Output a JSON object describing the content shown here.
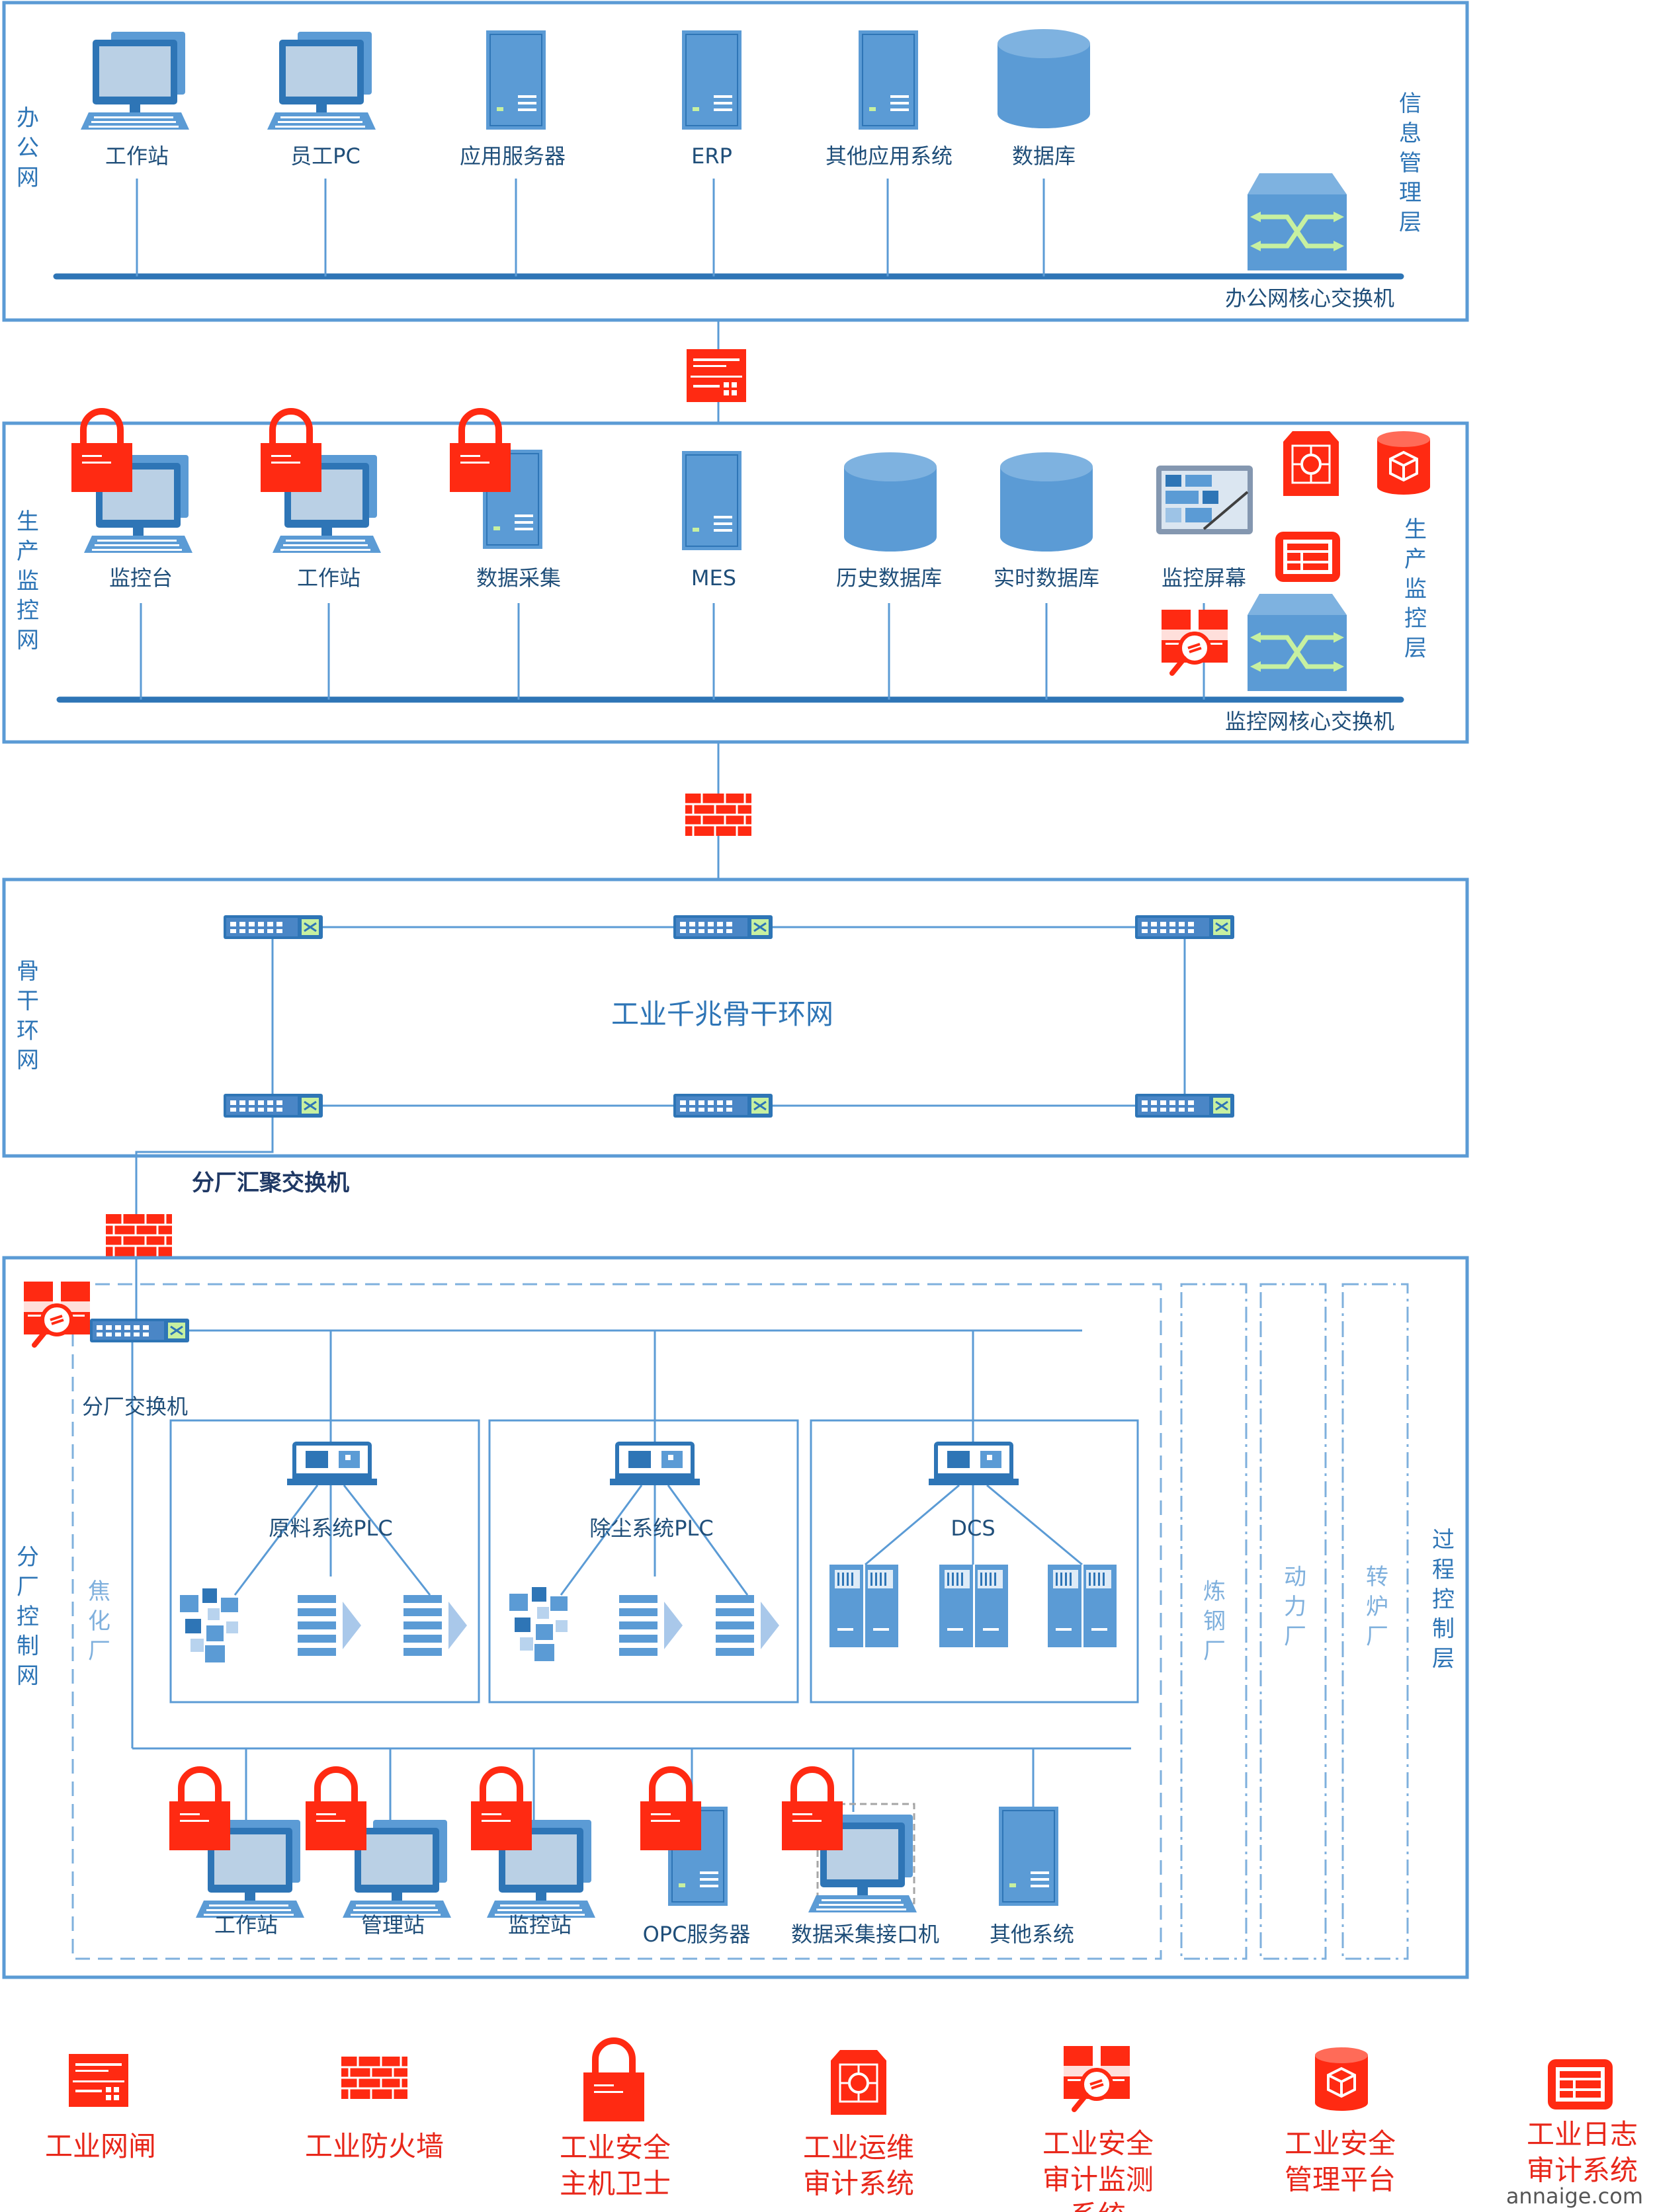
{
  "zones": {
    "office_left": "办公网",
    "office_right": "信息管理层",
    "monitor_left": "生产监控网",
    "monitor_right": "生产监控层",
    "backbone_left": "骨干环网",
    "branch_left": "分厂控制网",
    "branch_right": "过程控制层"
  },
  "office": {
    "devices": [
      "工作站",
      "员工PC",
      "应用服务器",
      "ERP",
      "其他应用系统",
      "数据库"
    ],
    "core_switch": "办公网核心交换机"
  },
  "monitor": {
    "devices": [
      "监控台",
      "工作站",
      "数据采集",
      "MES",
      "历史数据库",
      "实时数据库",
      "监控屏幕"
    ],
    "core_switch": "监控网核心交换机"
  },
  "backbone": {
    "title": "工业千兆骨干环网",
    "agg_switch": "分厂汇聚交换机"
  },
  "branch": {
    "switch": "分厂交换机",
    "sub_coking": "焦化厂",
    "plc1": "原料系统PLC",
    "plc2": "除尘系统PLC",
    "dcs": "DCS",
    "devices": [
      "工作站",
      "管理站",
      "监控站",
      "OPC服务器",
      "数据采集接口机",
      "其他系统"
    ],
    "plants": [
      "炼钢厂",
      "动力厂",
      "转炉厂"
    ]
  },
  "legend": [
    {
      "label": "工业网闸",
      "icon": "gatekeeper-icon"
    },
    {
      "label": "工业防火墙",
      "icon": "firewall-icon"
    },
    {
      "label": "工业安全主机卫士",
      "icon": "padlock-icon"
    },
    {
      "label": "工业运维审计系统",
      "icon": "ops-audit-icon"
    },
    {
      "label": "工业安全审计监测系统",
      "icon": "audit-monitor-icon"
    },
    {
      "label": "工业安全管理平台",
      "icon": "cube-icon"
    },
    {
      "label": "工业日志审计系统",
      "icon": "log-audit-icon"
    }
  ],
  "watermark": "annaige.com",
  "colors": {
    "device": "#5b9bd5",
    "security": "#ff2a12",
    "line": "#2e75b6"
  }
}
